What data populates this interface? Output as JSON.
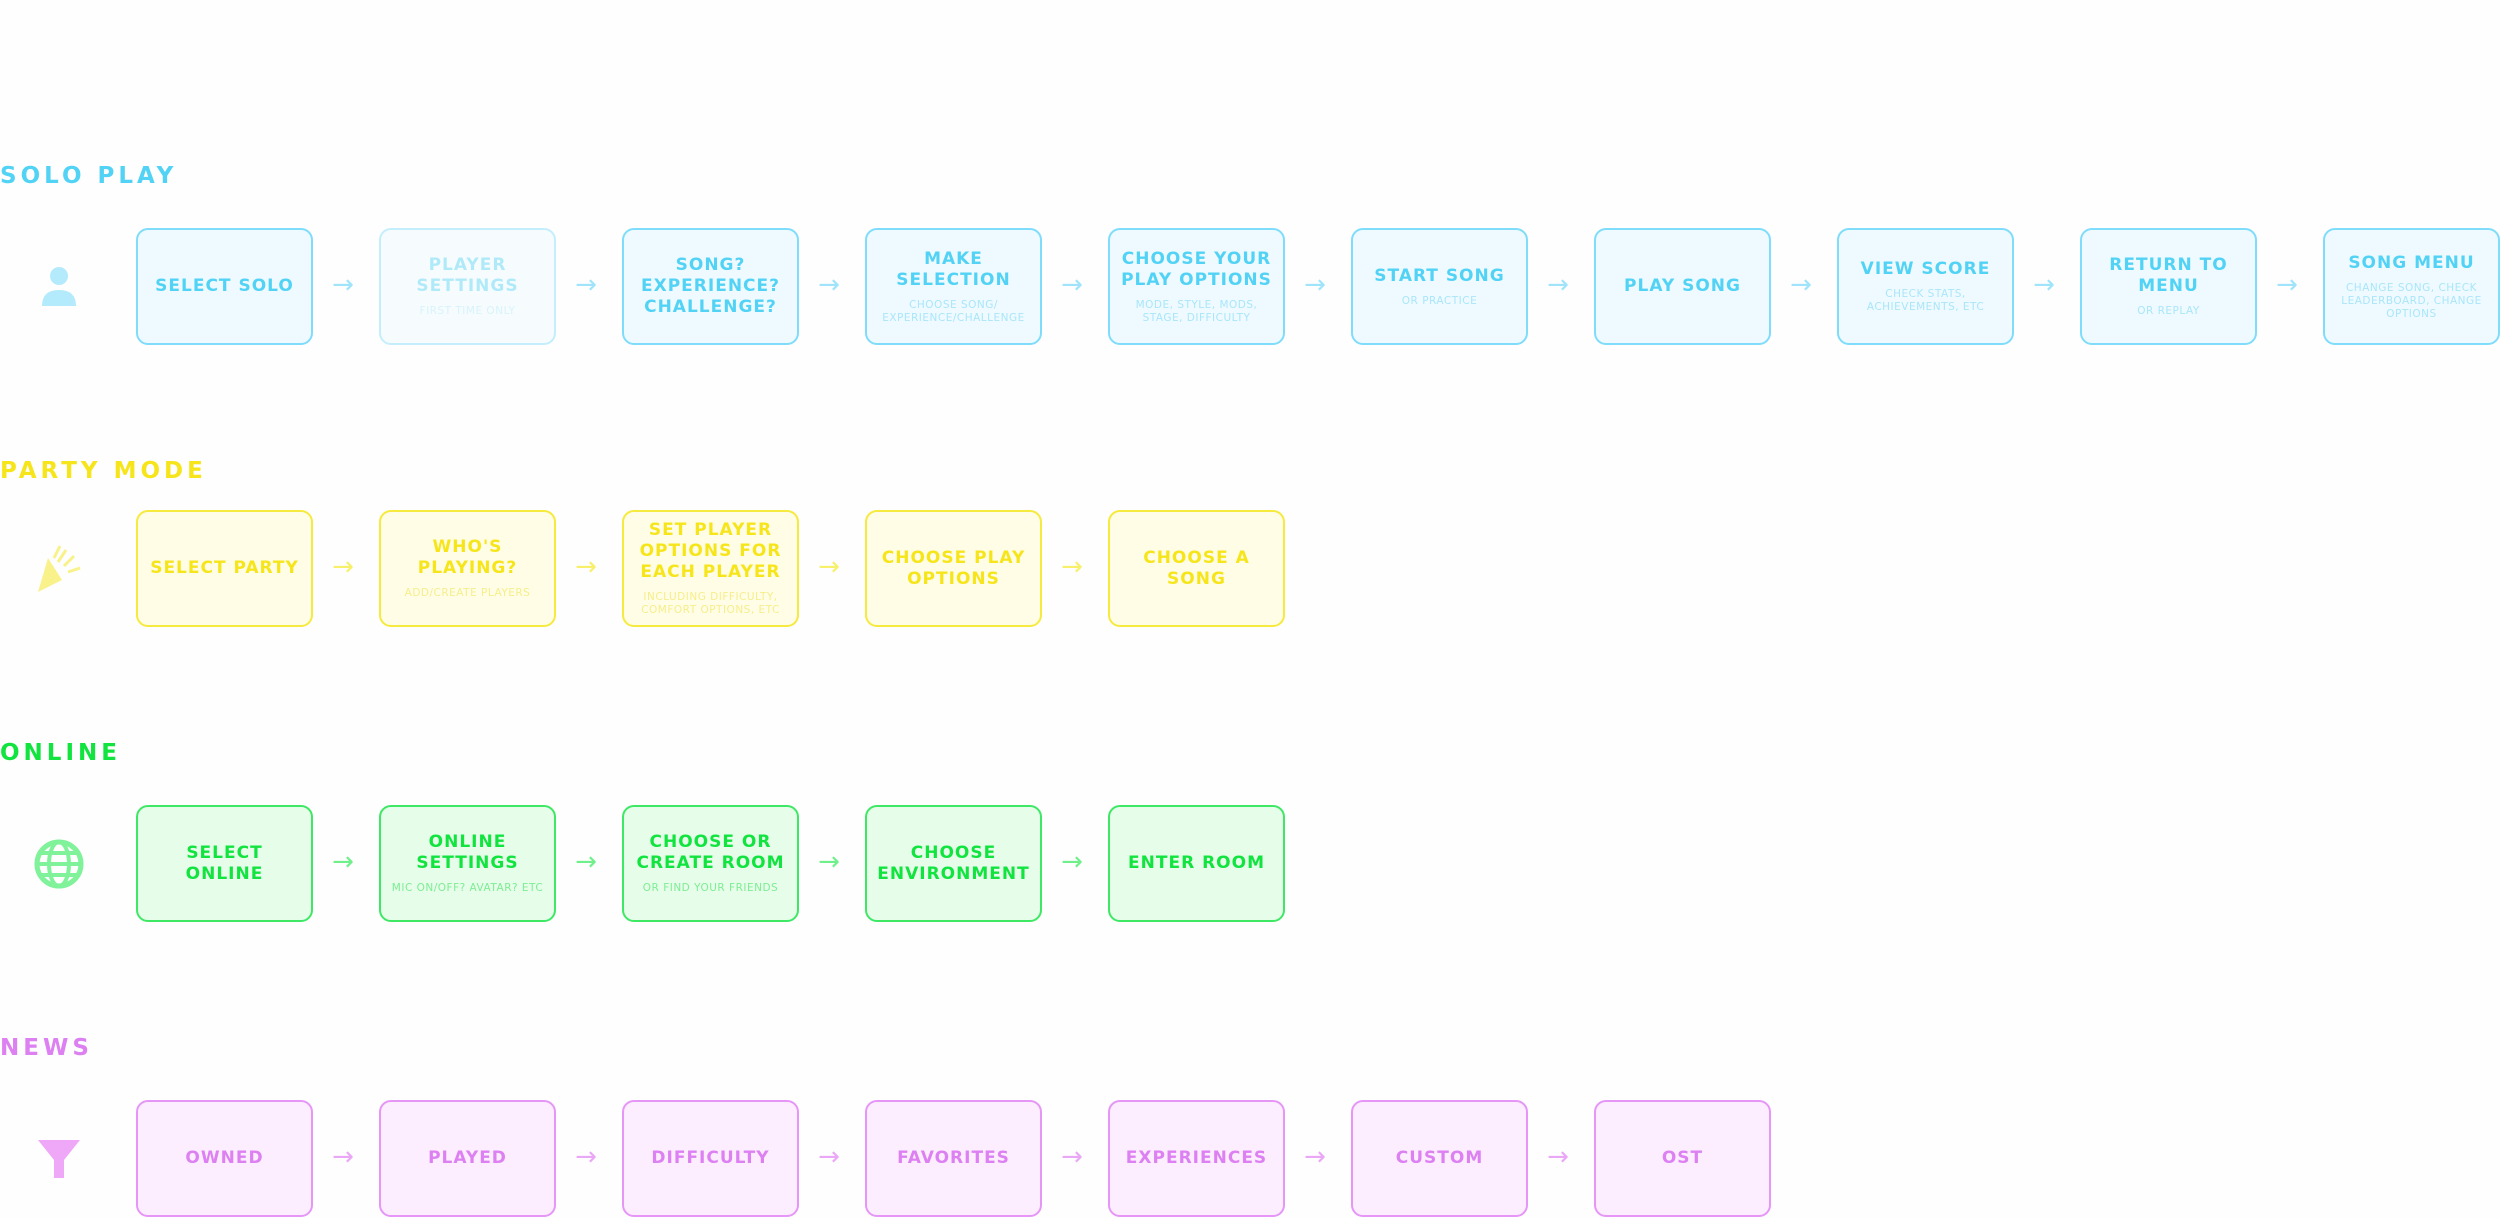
{
  "colors": {
    "solo": "#52d3f5",
    "party": "#f7e51c",
    "online": "#12e43f",
    "news": "#dc80f2"
  },
  "sections": [
    {
      "label": "SOLO PLAY",
      "icon": "person-icon",
      "steps": [
        {
          "title": "SELECT SOLO",
          "sub": ""
        },
        {
          "title": "PLAYER SETTINGS",
          "sub": "FIRST TIME ONLY"
        },
        {
          "title": "SONG? EXPERIENCE? CHALLENGE?",
          "sub": ""
        },
        {
          "title": "MAKE SELECTION",
          "sub": "CHOOSE SONG/ EXPERIENCE/CHALLENGE"
        },
        {
          "title": "CHOOSE YOUR PLAY OPTIONS",
          "sub": "MODE, STYLE, MODS, STAGE, DIFFICULTY"
        },
        {
          "title": "START SONG",
          "sub": "OR PRACTICE"
        },
        {
          "title": "PLAY SONG",
          "sub": ""
        },
        {
          "title": "VIEW SCORE",
          "sub": "CHECK STATS, ACHIEVEMENTS, ETC"
        },
        {
          "title": "RETURN TO MENU",
          "sub": "OR REPLAY"
        },
        {
          "title": "SONG MENU",
          "sub": "CHANGE SONG, CHECK LEADERBOARD, CHANGE OPTIONS"
        }
      ]
    },
    {
      "label": "PARTY MODE",
      "icon": "party-popper-icon",
      "steps": [
        {
          "title": "SELECT PARTY",
          "sub": ""
        },
        {
          "title": "WHO'S PLAYING?",
          "sub": "ADD/CREATE PLAYERS"
        },
        {
          "title": "SET PLAYER OPTIONS FOR EACH PLAYER",
          "sub": "INCLUDING DIFFICULTY, COMFORT OPTIONS, ETC"
        },
        {
          "title": "CHOOSE PLAY OPTIONS",
          "sub": ""
        },
        {
          "title": "CHOOSE A SONG",
          "sub": ""
        }
      ]
    },
    {
      "label": "ONLINE",
      "icon": "globe-icon",
      "steps": [
        {
          "title": "SELECT ONLINE",
          "sub": ""
        },
        {
          "title": "ONLINE SETTINGS",
          "sub": "MIC ON/OFF? AVATAR? ETC"
        },
        {
          "title": "CHOOSE OR CREATE ROOM",
          "sub": "OR FIND YOUR FRIENDS"
        },
        {
          "title": "CHOOSE ENVIRONMENT",
          "sub": ""
        },
        {
          "title": "ENTER ROOM",
          "sub": ""
        }
      ]
    },
    {
      "label": "NEWS",
      "icon": "filter-icon",
      "steps": [
        {
          "title": "OWNED",
          "sub": ""
        },
        {
          "title": "PLAYED",
          "sub": ""
        },
        {
          "title": "DIFFICULTY",
          "sub": ""
        },
        {
          "title": "FAVORITES",
          "sub": ""
        },
        {
          "title": "EXPERIENCES",
          "sub": ""
        },
        {
          "title": "CUSTOM",
          "sub": ""
        },
        {
          "title": "OST",
          "sub": ""
        }
      ]
    }
  ]
}
